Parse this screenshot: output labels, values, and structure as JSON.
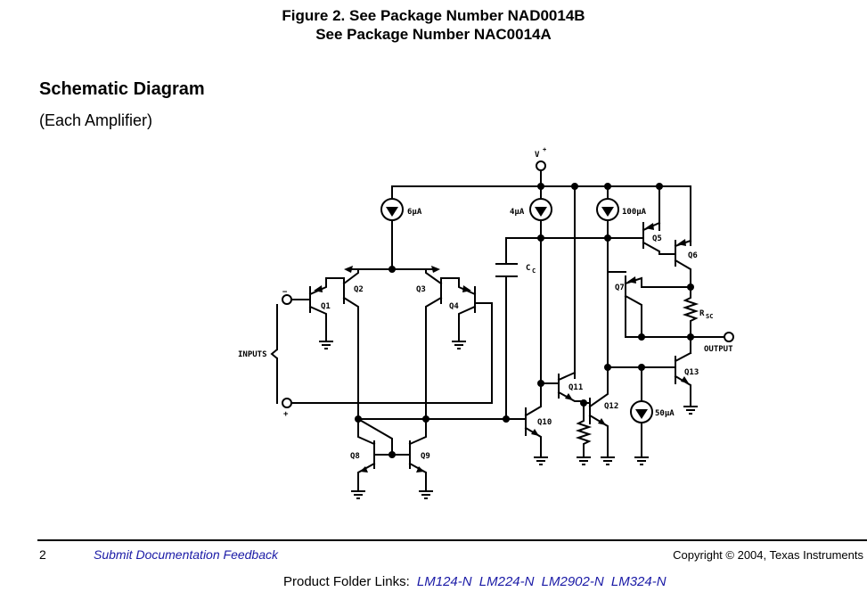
{
  "figure": {
    "title_line1": "Figure 2. See Package Number NAD0014B",
    "title_line2": "See Package Number NAC0014A"
  },
  "section": {
    "title": "Schematic Diagram",
    "subtitle": "(Each Amplifier)"
  },
  "schematic": {
    "labels": {
      "vplus": "V",
      "vplus_sup": "+",
      "src_6ua": "6μA",
      "src_4ua": "4μA",
      "src_100ua": "100μA",
      "src_50ua": "50μA",
      "q1": "Q1",
      "q2": "Q2",
      "q3": "Q3",
      "q4": "Q4",
      "q5": "Q5",
      "q6": "Q6",
      "q7": "Q7",
      "q8": "Q8",
      "q9": "Q9",
      "q10": "Q10",
      "q11": "Q11",
      "q12": "Q12",
      "q13": "Q13",
      "cc": "C",
      "cc_sub": "C",
      "rsc": "R",
      "rsc_sub": "SC",
      "output": "OUTPUT",
      "inputs": "INPUTS",
      "minus": "−",
      "plus": "+"
    }
  },
  "footer": {
    "page_number": "2",
    "feedback_link": "Submit Documentation Feedback",
    "copyright": "Copyright © 2004, Texas Instruments",
    "product_links_label": "Product Folder Links:",
    "product_links": [
      "LM124-N",
      "LM224-N",
      "LM2902-N",
      "LM324-N"
    ]
  }
}
